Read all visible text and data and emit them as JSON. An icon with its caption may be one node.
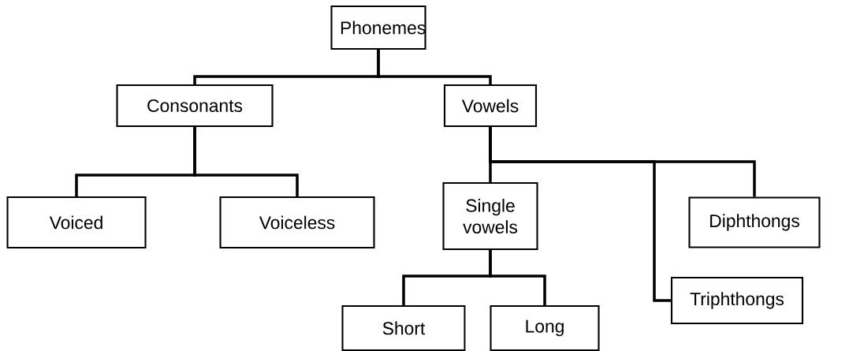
{
  "diagram": {
    "nodes": [
      {
        "text": [
          "Phonemes"
        ]
      },
      {
        "text": [
          "Consonants"
        ]
      },
      {
        "text": [
          "Vowels"
        ]
      },
      {
        "text": [
          "Voiced"
        ]
      },
      {
        "text": [
          "Voiceless"
        ]
      },
      {
        "text": [
          "Single vowels"
        ]
      },
      {
        "text": [
          "Diphthongs"
        ]
      },
      {
        "text": [
          "Triphthongs"
        ]
      },
      {
        "text": [
          "Short"
        ]
      },
      {
        "text": [
          "Long"
        ]
      }
    ],
    "edges": [
      {
        "from": 0,
        "to": 1,
        "arrow": "none"
      },
      {
        "from": 0,
        "to": 2,
        "arrow": "none"
      },
      {
        "from": 1,
        "to": 3,
        "arrow": "none"
      },
      {
        "from": 1,
        "to": 4,
        "arrow": "none"
      },
      {
        "from": 2,
        "to": 5,
        "arrow": "none"
      },
      {
        "from": 2,
        "to": 7,
        "arrow": "none"
      },
      {
        "from": 2,
        "to": 6,
        "arrow": "none"
      },
      {
        "from": 5,
        "to": 8,
        "arrow": "none"
      },
      {
        "from": 5,
        "to": 9,
        "arrow": "none"
      }
    ]
  }
}
